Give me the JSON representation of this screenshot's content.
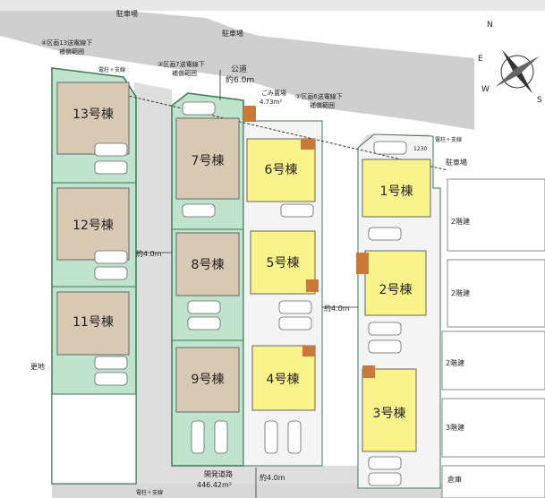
{
  "roads": {
    "parking_top": "駐車場",
    "parking_top2": "駐車場",
    "public_road_name": "公道",
    "public_road_width": "約6.0m",
    "dev_road_name": "開発道路",
    "dev_road_area": "446.42m²",
    "width_4m": "約4.0m",
    "parking_right": "駐車場",
    "vacant_land": "更地",
    "garage": "倉庫"
  },
  "annotations": {
    "line_13_a": "④区画13送電線下",
    "line_13_b": "補償範囲",
    "line_7_a": "③区画7送電線下",
    "line_7_b": "補償範囲",
    "line_6_a": "②区画6送電線下",
    "line_6_b": "補償範囲",
    "garbage_a": "ごみ置場",
    "garbage_b": "4.73m²",
    "pole": "電柱＋支線",
    "dim_1230": "1230"
  },
  "neighbors": {
    "two_story_1": "2階建",
    "two_story_2": "2階建",
    "two_story_3": "2階建",
    "three_story": "3階建"
  },
  "compass": {
    "n": "N",
    "e": "E",
    "s": "S",
    "w": "W"
  },
  "buildings": [
    {
      "id": "b13",
      "label": "13号棟",
      "color": "#d8c9b4"
    },
    {
      "id": "b12",
      "label": "12号棟",
      "color": "#d8c9b4"
    },
    {
      "id": "b11",
      "label": "11号棟",
      "color": "#d8c9b4"
    },
    {
      "id": "b7",
      "label": "7号棟",
      "color": "#d8c9b4"
    },
    {
      "id": "b8",
      "label": "8号棟",
      "color": "#d8c9b4"
    },
    {
      "id": "b9",
      "label": "9号棟",
      "color": "#d8c9b4"
    },
    {
      "id": "b6",
      "label": "6号棟",
      "color": "#faf28a"
    },
    {
      "id": "b5",
      "label": "5号棟",
      "color": "#faf28a"
    },
    {
      "id": "b4",
      "label": "4号棟",
      "color": "#faf28a"
    },
    {
      "id": "b1",
      "label": "1号棟",
      "color": "#faf28a"
    },
    {
      "id": "b2",
      "label": "2号棟",
      "color": "#faf28a"
    },
    {
      "id": "b3",
      "label": "3号棟",
      "color": "#faf28a"
    }
  ],
  "colors": {
    "lot_green": "#bfe3cc",
    "lot_border": "#3d7a54",
    "road_gray": "#d4d4d4",
    "road_light": "#e6e6e6",
    "tan_building": "#d8c9b4",
    "yellow_building": "#faf28a",
    "brown": "#c97a3a"
  }
}
